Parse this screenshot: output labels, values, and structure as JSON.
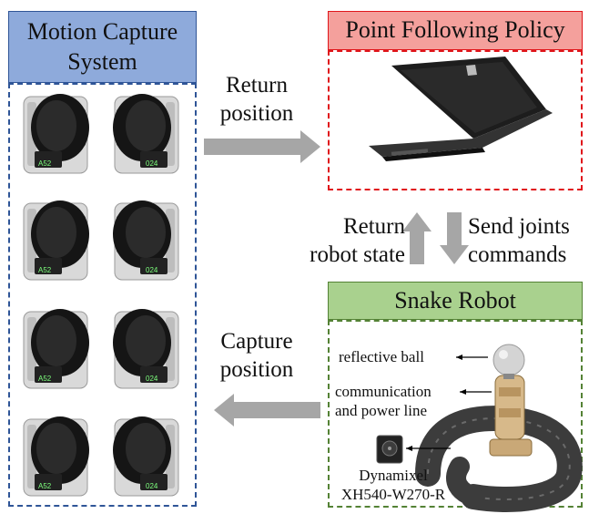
{
  "panels": {
    "mocap": {
      "title_line1": "Motion Capture",
      "title_line2": "System",
      "fill": "#8eaadb",
      "border": "#2f5597"
    },
    "policy": {
      "title": "Point Following Policy",
      "fill": "#f4a09c",
      "border": "#e0161b"
    },
    "snake": {
      "title": "Snake Robot",
      "fill": "#a9d18e",
      "border": "#548235"
    }
  },
  "arrows": {
    "return_position": {
      "line1": "Return",
      "line2": "position"
    },
    "capture_position": {
      "line1": "Capture",
      "line2": "position"
    },
    "return_state": {
      "line1": "Return",
      "line2": "robot state"
    },
    "send_commands": {
      "line1": "Send joints",
      "line2": "commands"
    }
  },
  "robot_labels": {
    "ball": "reflective ball",
    "comm_line1": "communication",
    "comm_line2": "and power line",
    "motor_line1": "Dynamixel",
    "motor_line2": "XH540-W270-R"
  },
  "camera_screen_texts": [
    "A52",
    "024"
  ],
  "colors": {
    "arrow": "#a6a6a6",
    "camera_body": "#d9d9d9",
    "camera_lens": "#151515"
  }
}
